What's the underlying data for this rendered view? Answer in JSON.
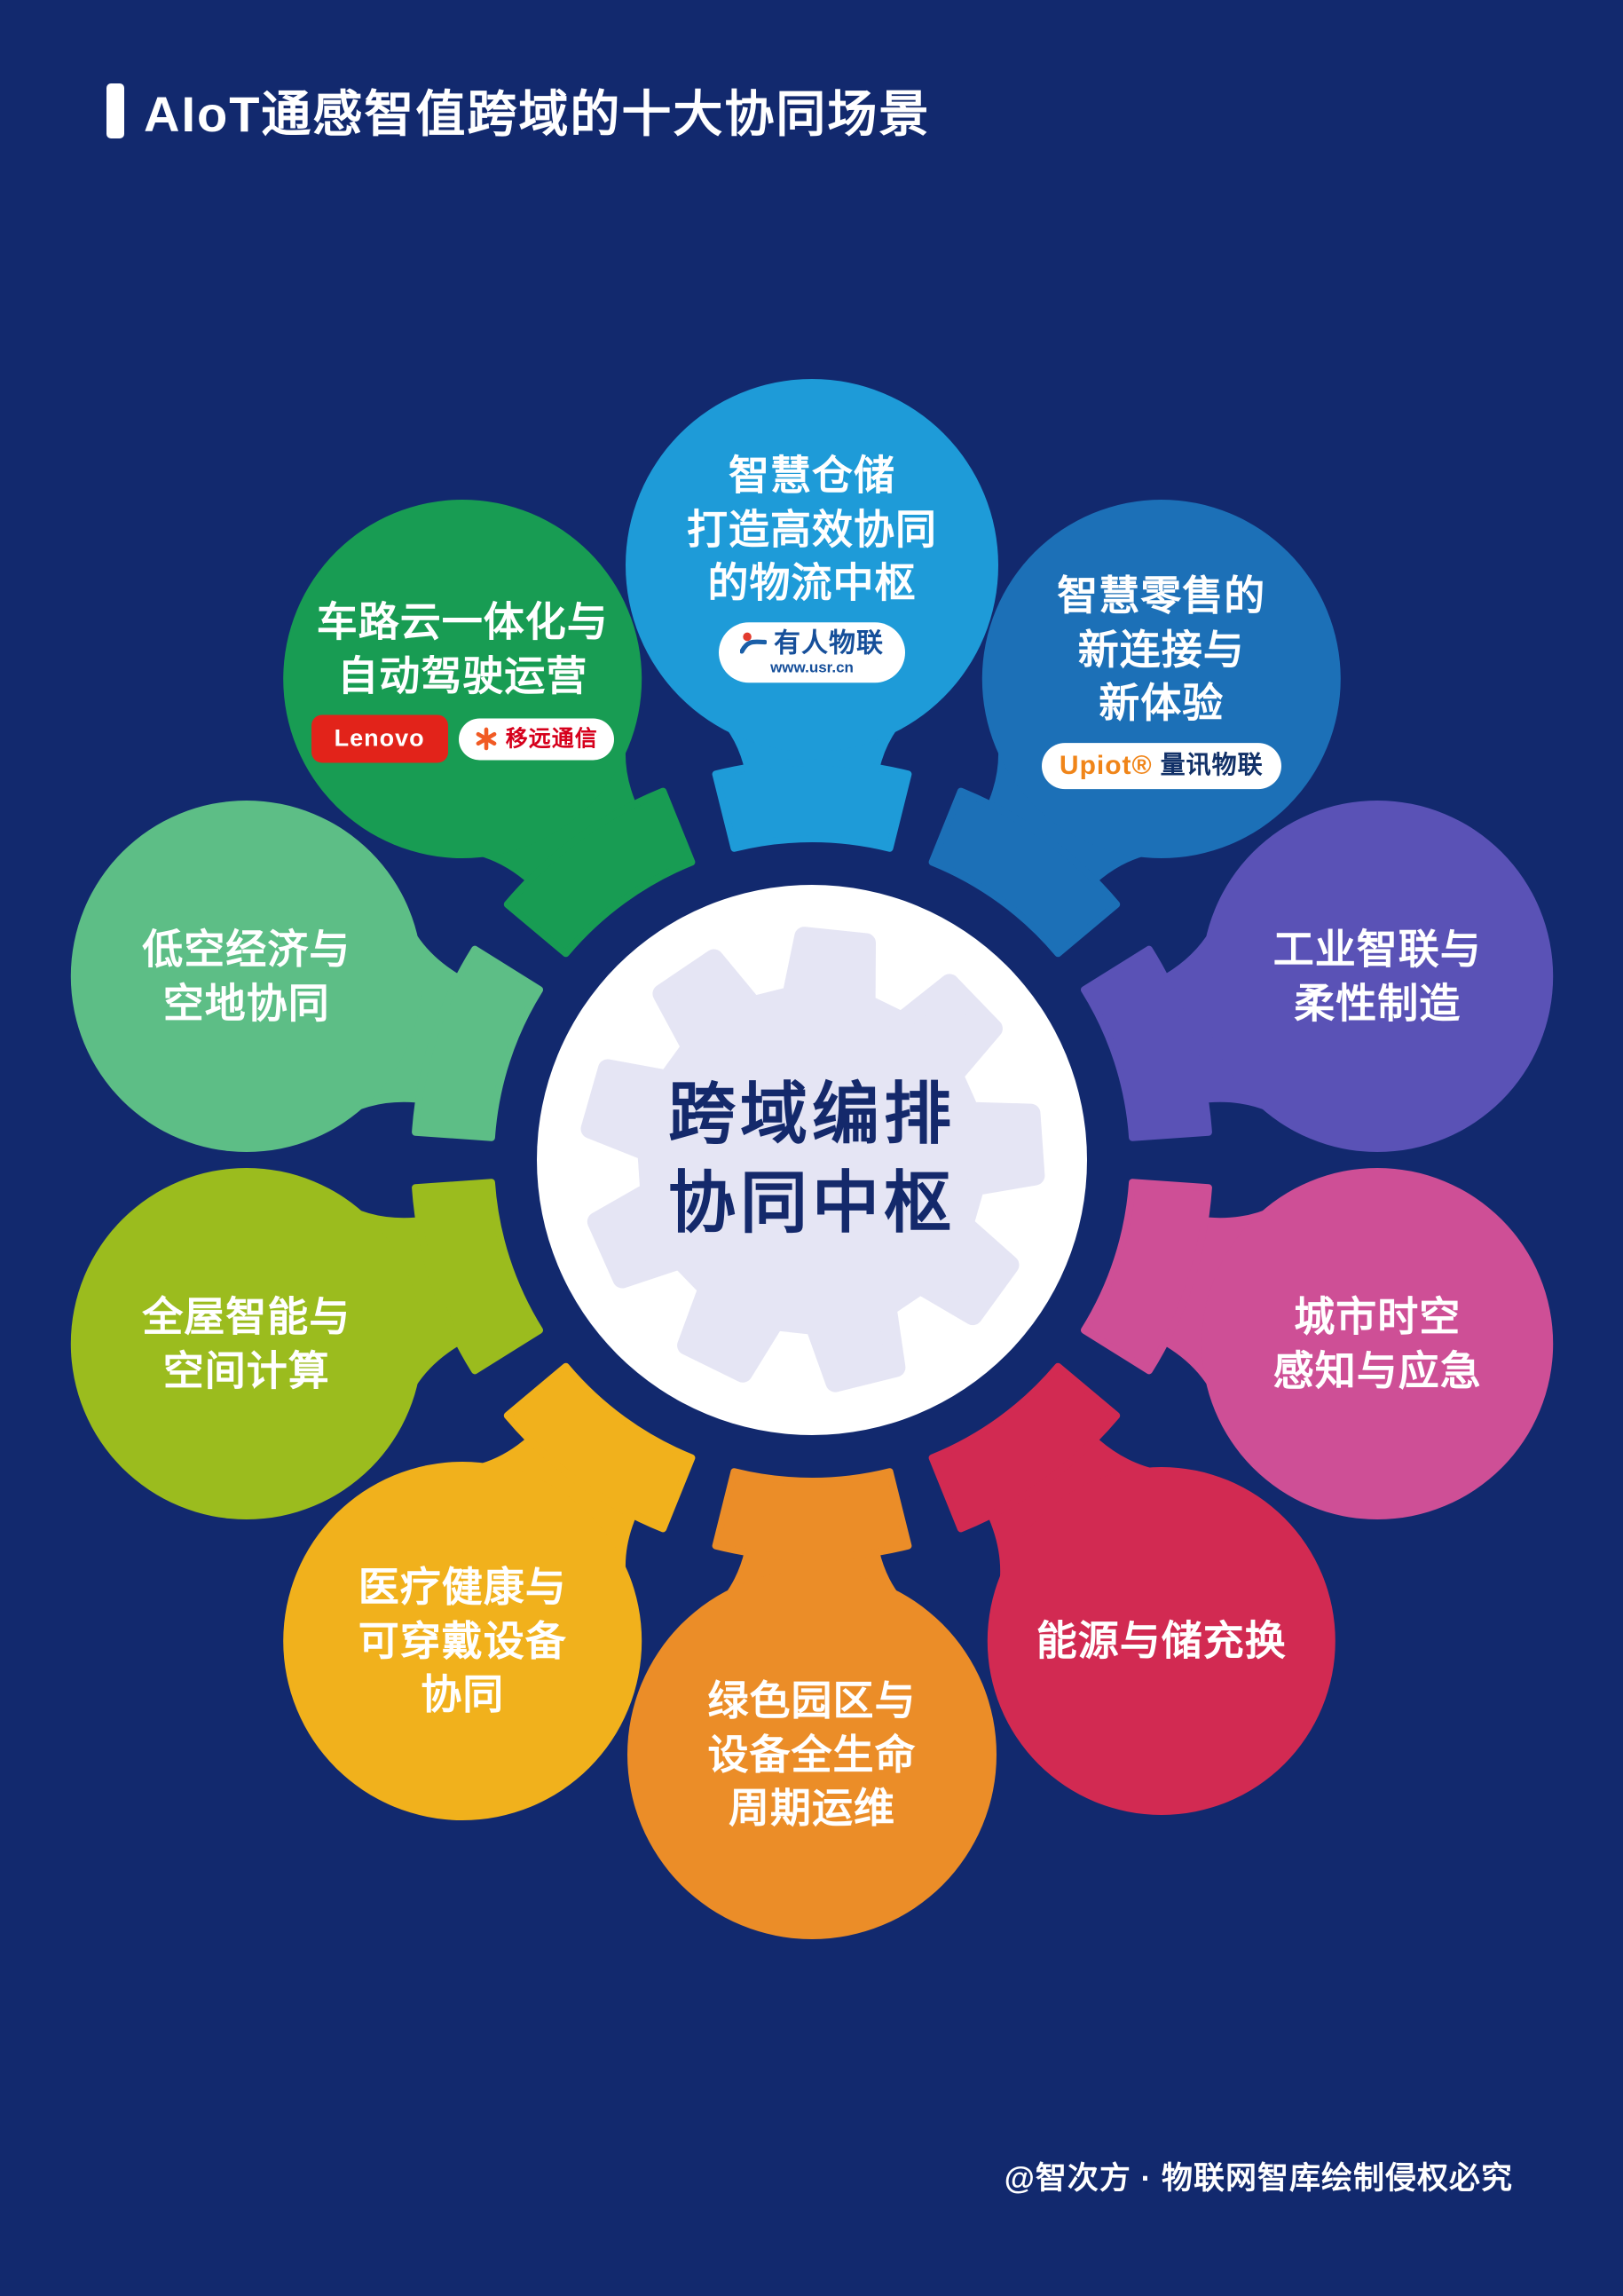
{
  "page": {
    "background": "#12296E"
  },
  "header": {
    "title": "AIoT通感智值跨域的十大协同场景"
  },
  "center": {
    "lines": [
      "跨域编排",
      "协同中枢"
    ],
    "circle_color": "#FFFFFF",
    "gear_color": "#E5E5F4",
    "text_color": "#14296B"
  },
  "footer": {
    "credit": "@智次方 · 物联网智库绘制侵权必究"
  },
  "petals": [
    {
      "id": "smart-warehouse",
      "position": "top",
      "angle": -90,
      "color": "#1E9BD8",
      "lines": [
        "智慧仓储",
        "打造高效协同",
        "的物流中枢"
      ],
      "logos": [
        {
          "type": "usr",
          "name": "有人物联",
          "url": "www.usr.cn"
        }
      ]
    },
    {
      "id": "smart-retail",
      "position": "top-right",
      "angle": -54,
      "color": "#1C70B7",
      "lines": [
        "智慧零售的",
        "新连接与",
        "新体验"
      ],
      "logos": [
        {
          "type": "upiot",
          "brand": "Upiot®",
          "name": "量讯物联"
        }
      ]
    },
    {
      "id": "industrial-intelligence",
      "position": "right-upper",
      "angle": -18,
      "color": "#5A52B6",
      "lines": [
        "工业智联与",
        "柔性制造"
      ]
    },
    {
      "id": "city-spacetime",
      "position": "right-lower",
      "angle": 18,
      "color": "#CE4F96",
      "lines": [
        "城市时空",
        "感知与应急"
      ]
    },
    {
      "id": "energy-storage-charging",
      "position": "bottom-right",
      "angle": 54,
      "color": "#D22A52",
      "lines": [
        "能源与储充换"
      ]
    },
    {
      "id": "green-park",
      "position": "bottom",
      "angle": 90,
      "color": "#EB8D28",
      "lines": [
        "绿色园区与",
        "设备全生命",
        "周期运维"
      ]
    },
    {
      "id": "healthcare-wearables",
      "position": "bottom-left",
      "angle": 126,
      "color": "#F1B11C",
      "lines": [
        "医疗健康与",
        "可穿戴设备",
        "协同"
      ]
    },
    {
      "id": "whole-home-intelligence",
      "position": "left-lower",
      "angle": 162,
      "color": "#9BBC1E",
      "lines": [
        "全屋智能与",
        "空间计算"
      ]
    },
    {
      "id": "low-altitude-economy",
      "position": "left-upper",
      "angle": -162,
      "color": "#5DBE86",
      "lines": [
        "低空经济与",
        "空地协同"
      ]
    },
    {
      "id": "vehicle-road-cloud",
      "position": "top-left",
      "angle": -126,
      "color": "#189C53",
      "lines": [
        "车路云一体化与",
        "自动驾驶运营"
      ],
      "logos": [
        {
          "type": "lenovo",
          "name": "Lenovo"
        },
        {
          "type": "quectel",
          "name": "移远通信"
        }
      ]
    }
  ]
}
